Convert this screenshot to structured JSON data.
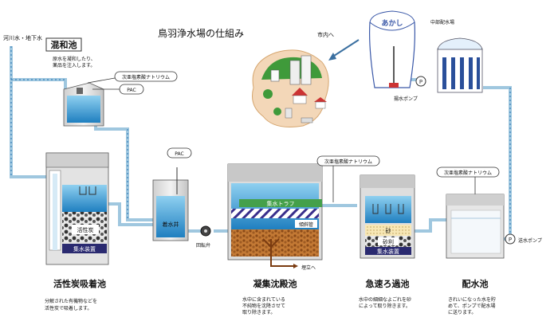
{
  "title": "鳥羽浄水場の仕組み",
  "source_label": "河川水・地下水",
  "mixing_pool": {
    "name": "混和池",
    "desc": [
      "原水を凝和したり、",
      "薬品を注入します。"
    ]
  },
  "chemicals": {
    "sodium_hypochlorite": "次亜塩素酸ナトリウム",
    "pac": "PAC"
  },
  "to_city": "市内へ",
  "tower_label": "あかし",
  "reservoir_label": "中部配水場",
  "lift_pump": "揚水ポンプ",
  "send_pump": "送水ポンプ",
  "carbon_pool": {
    "name": "活性炭吸着池",
    "inner": "活性炭",
    "collector": "集水装置",
    "desc": [
      "分解された有機物などを",
      "活性炭で吸着します。"
    ]
  },
  "intake_well": {
    "name": "着水井"
  },
  "rotary_valve": "回転弁",
  "sedimentation": {
    "name": "凝集沈殿池",
    "trough": "集水トラフ",
    "tube": "傾斜管",
    "to_landfill": "埋立へ",
    "desc": [
      "水中に含まれている",
      "不純物を沈降させて",
      "取り除きます。"
    ]
  },
  "rapid_filter": {
    "name": "急速ろ過池",
    "sand": "砂",
    "gravel": "砂利",
    "collector": "集水装置",
    "desc": [
      "水中の細細なよごれを砂",
      "によって取り除きます。"
    ]
  },
  "distribution_pool": {
    "name": "配水池",
    "desc": [
      "きれいになった水を貯",
      "めて、ポンプで配水場",
      "に送ります。"
    ]
  },
  "colors": {
    "pipe": "#9fc7df",
    "water": "#3d9ed6",
    "tank": "#e6e6e6",
    "sludge": "#a8652a"
  }
}
